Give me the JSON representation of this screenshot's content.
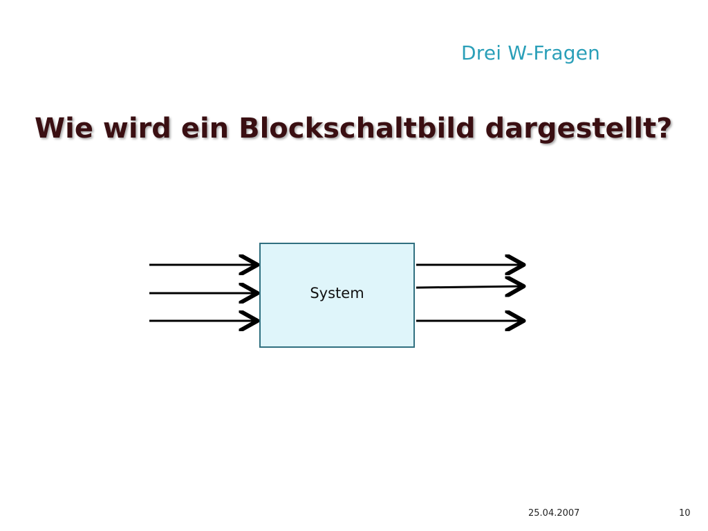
{
  "slide": {
    "section_title": "Drei W-Fragen",
    "main_title": "Wie wird ein Blockschaltbild dargestellt?",
    "diagram": {
      "block_label": "System",
      "input_count": 3,
      "output_count": 3
    },
    "footer": {
      "date": "25.04.2007",
      "page_number": "10"
    },
    "colors": {
      "section_title": "#2a9fb8",
      "main_title": "#3a0f12",
      "block_fill": "#dff5fa",
      "block_border": "#2f6f7f",
      "arrows": "#000000"
    }
  }
}
